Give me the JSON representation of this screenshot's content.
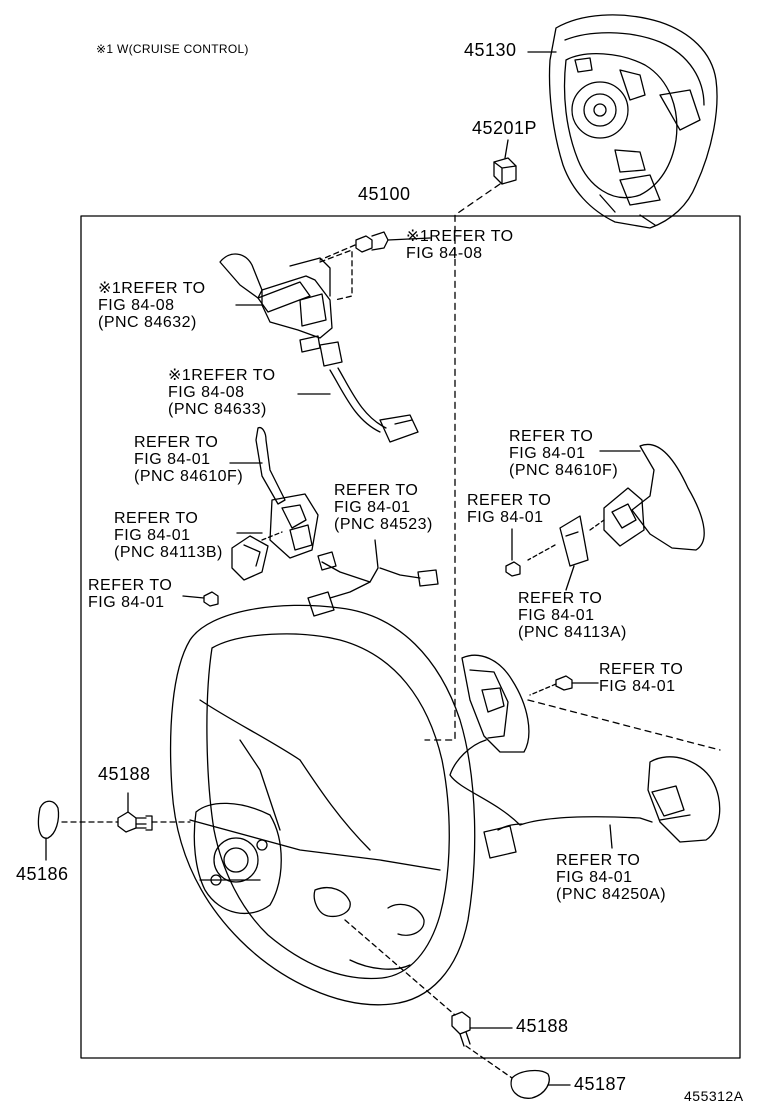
{
  "note": "※1 W(CRUISE CONTROL)",
  "figure_id": "455312A",
  "part_numbers": {
    "horn_pad": "45130",
    "nut": "45201P",
    "wheel_assy": "45100",
    "screw_left": "45188",
    "cap_left": "45186",
    "screw_bottom": "45188",
    "cap_bottom": "45187"
  },
  "references": {
    "r1": "※1REFER TO\nFIG 84-08",
    "r2": "※1REFER TO\nFIG 84-08\n(PNC 84632)",
    "r3": "※1REFER TO\nFIG 84-08\n(PNC 84633)",
    "r4": "REFER TO\nFIG 84-01\n(PNC 84610F)",
    "r5": "REFER TO\nFIG 84-01\n(PNC 84523)",
    "r6": "REFER TO\nFIG 84-01\n(PNC 84113B)",
    "r7": "REFER TO\nFIG 84-01",
    "r8": "REFER TO\nFIG 84-01\n(PNC 84610F)",
    "r9": "REFER TO\nFIG 84-01",
    "r10": "REFER TO\nFIG 84-01\n(PNC 84113A)",
    "r11": "REFER TO\nFIG 84-01",
    "r12": "REFER TO\nFIG 84-01\n(PNC 84250A)"
  }
}
